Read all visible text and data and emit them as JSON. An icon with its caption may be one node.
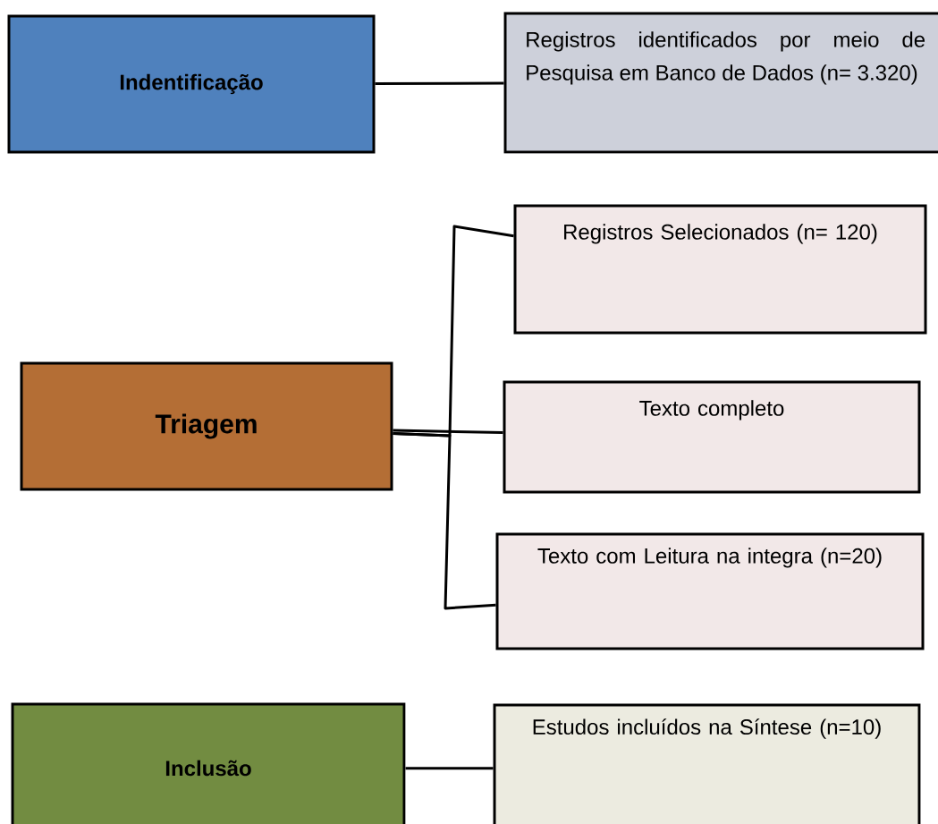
{
  "diagram": {
    "nodes": [
      {
        "text": [
          "Indentificação"
        ]
      },
      {
        "text": [
          "Registros identificados por meio de Pesquisa em Banco de Dados (n= 3.320)"
        ]
      },
      {
        "text": [
          "Triagem"
        ]
      },
      {
        "text": [
          "Registros Selecionados (n= 120)"
        ]
      },
      {
        "text": [
          "Texto completo"
        ]
      },
      {
        "text": [
          "Texto com Leitura na integra (n=20)"
        ]
      },
      {
        "text": [
          "Inclusão"
        ]
      },
      {
        "text": [
          "Estudos incluídos na Síntese (n=10)"
        ]
      }
    ],
    "edges": [
      {
        "from": 0,
        "to": 1,
        "arrow": "none"
      },
      {
        "from": 2,
        "to": 3,
        "arrow": "none"
      },
      {
        "from": 2,
        "to": 4,
        "arrow": "none"
      },
      {
        "from": 2,
        "to": 5,
        "arrow": "none"
      },
      {
        "from": 6,
        "to": 7,
        "arrow": "none"
      }
    ]
  }
}
